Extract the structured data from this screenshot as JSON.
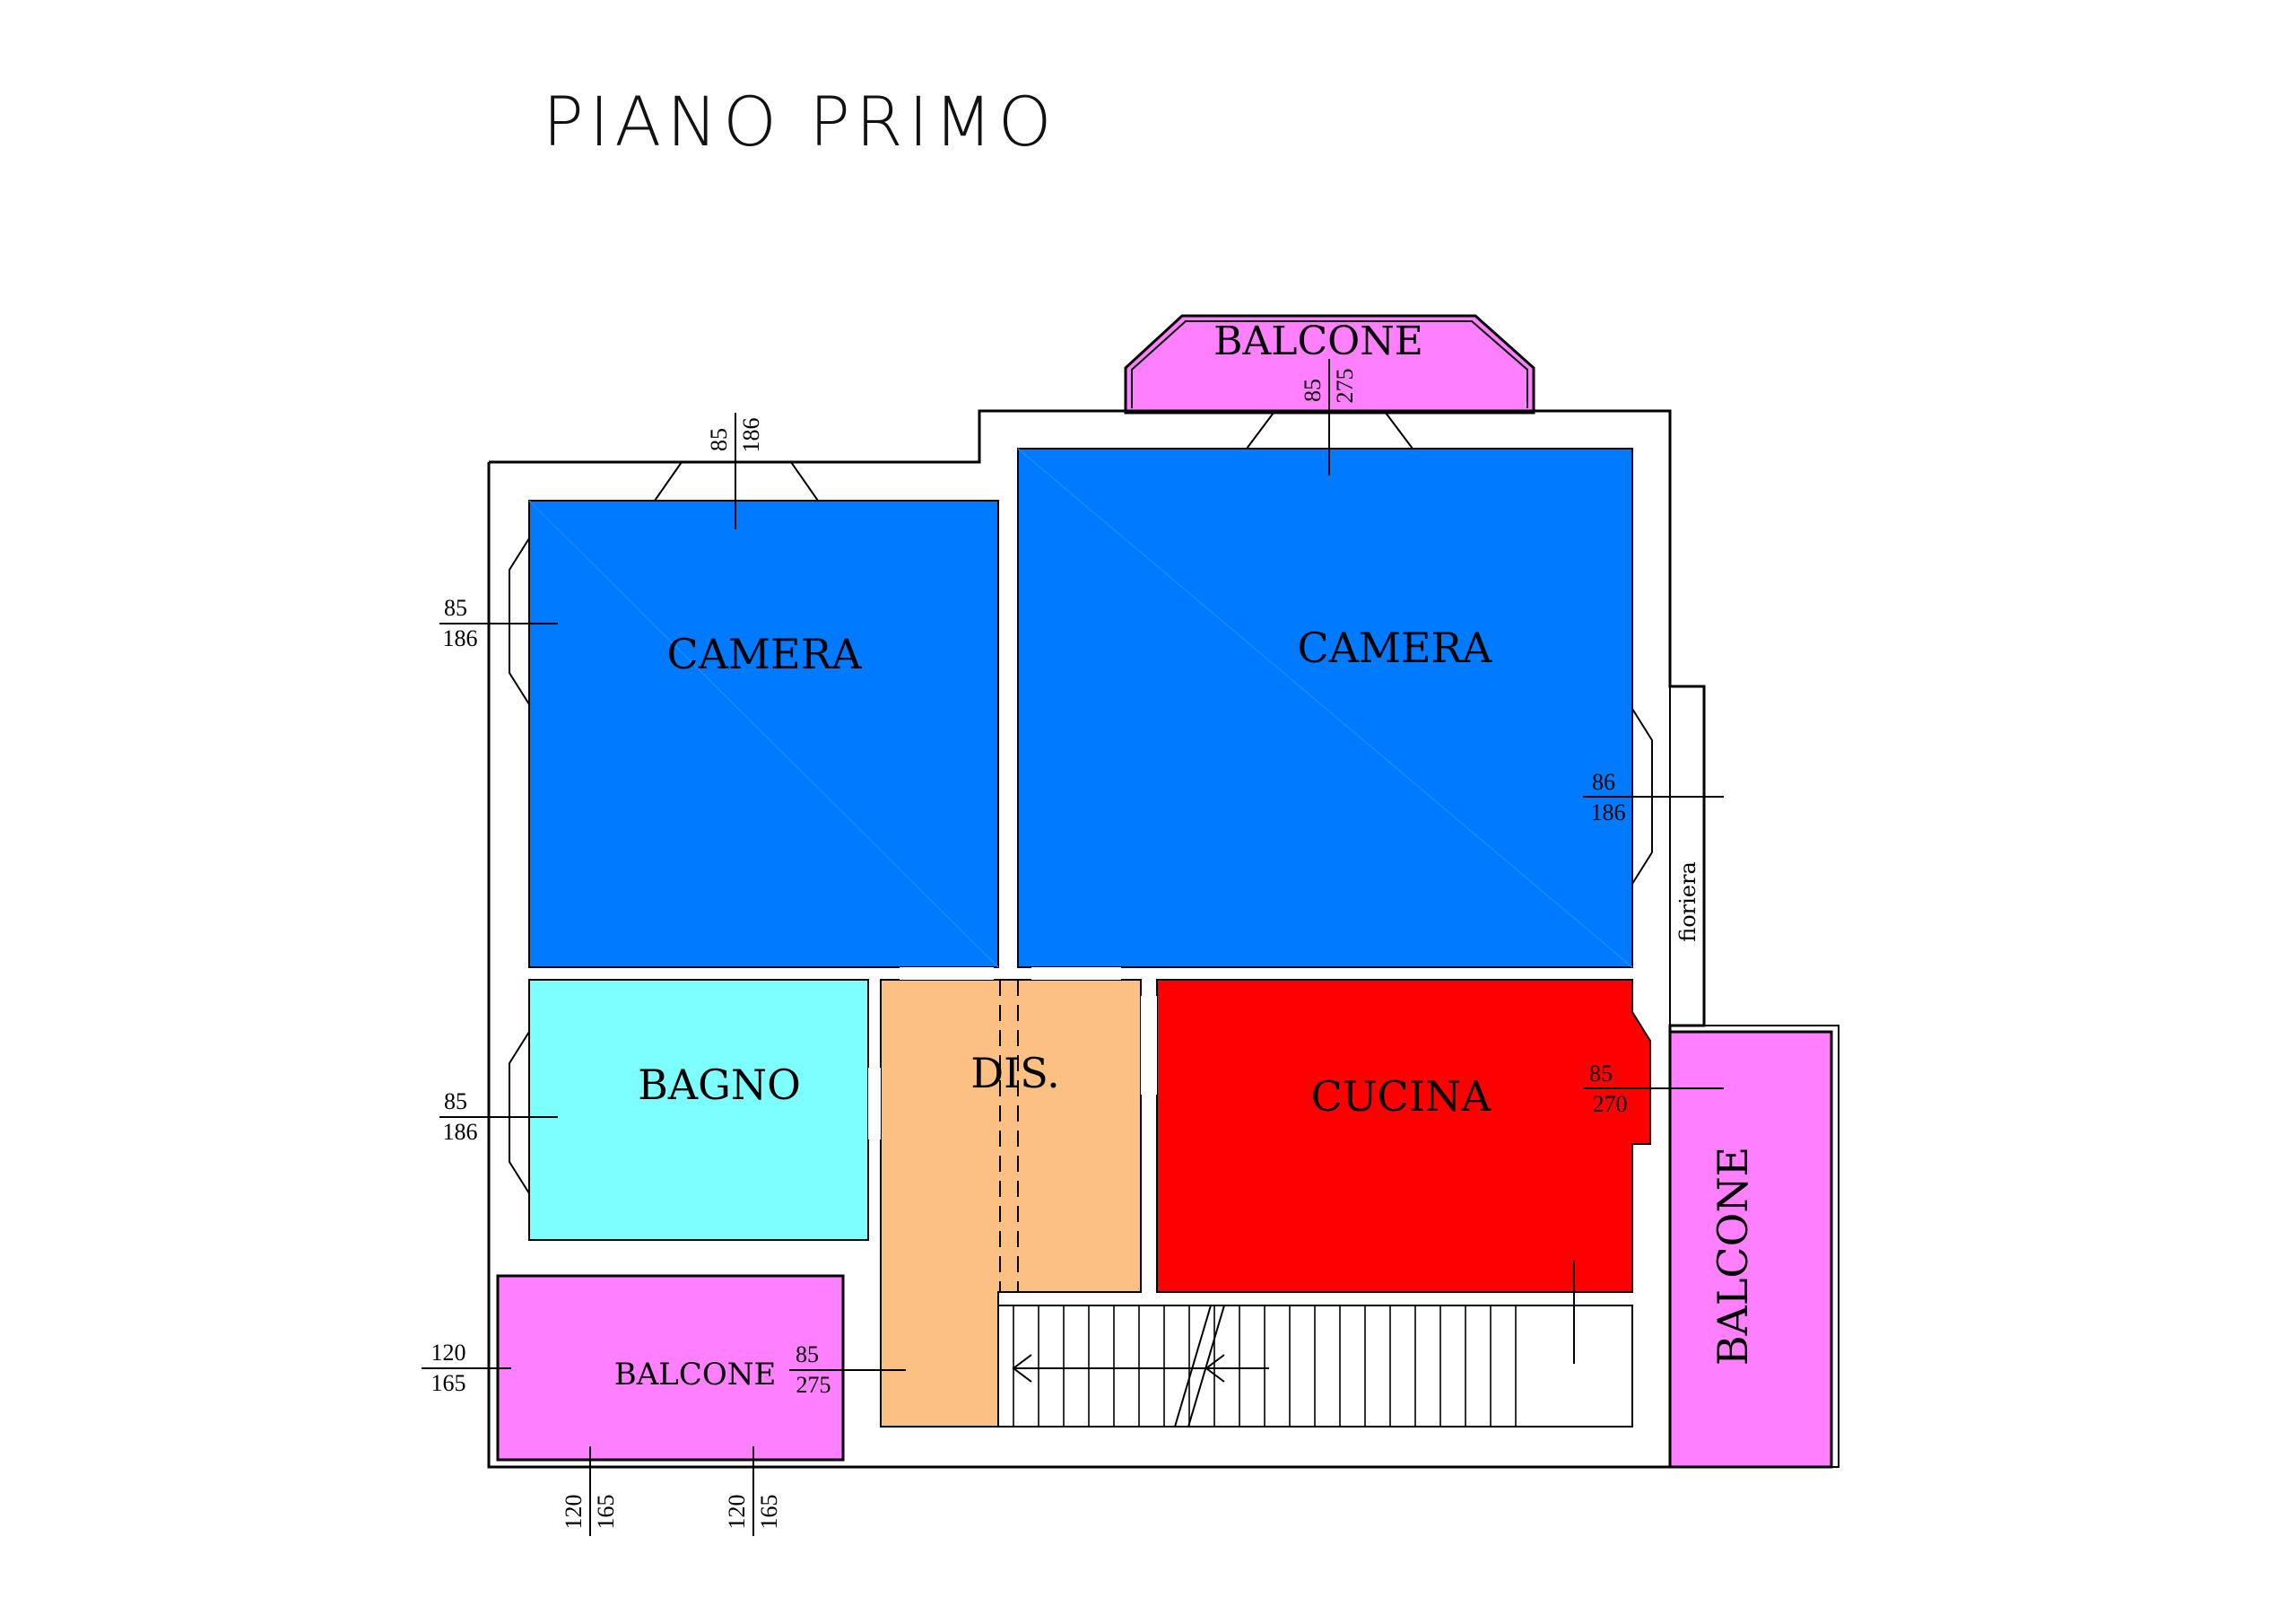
{
  "title": "PIANO  PRIMO",
  "colors": {
    "camera": "#007BFF",
    "bagno": "#7DFFFF",
    "dis": "#FDC083",
    "cucina": "#FF0000",
    "balcone": "#FF80FF",
    "wall": "#000000"
  },
  "rooms": {
    "camera_left": "CAMERA",
    "camera_right": "CAMERA",
    "bagno": "BAGNO",
    "dis": "DIS.",
    "cucina": "CUCINA",
    "balcone_top": "BALCONE",
    "balcone_right": "BALCONE",
    "balcone_bottom": "BALCONE"
  },
  "fioriera": "fioriera",
  "dimensions": {
    "top_right_window": {
      "width": "85",
      "height": "275"
    },
    "top_left_window": {
      "width": "85",
      "height": "186"
    },
    "left_camera_window": {
      "width": "85",
      "height": "186"
    },
    "right_camera_window": {
      "width": "86",
      "height": "186"
    },
    "bagno_window": {
      "width": "85",
      "height": "186"
    },
    "cucina_window": {
      "width": "85",
      "height": "270"
    },
    "balcone_left_window": {
      "width": "120",
      "height": "165"
    },
    "balcone_door": {
      "width": "85",
      "height": "275"
    },
    "bottom_window_1": {
      "width": "120",
      "height": "165"
    },
    "bottom_window_2": {
      "width": "120",
      "height": "165"
    }
  }
}
